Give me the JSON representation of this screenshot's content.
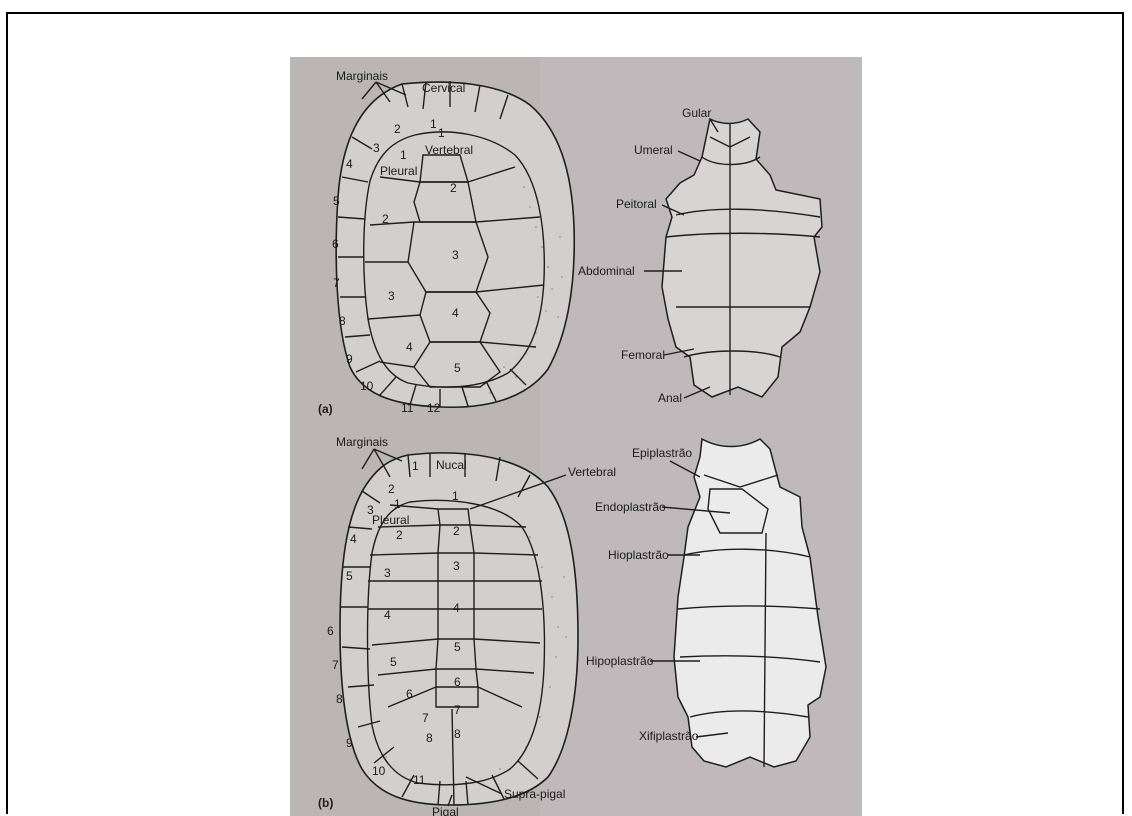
{
  "figure_a": {
    "panel_label": "(a)",
    "carapace_labels": {
      "marginais": "Marginais",
      "cervical": "Cervical",
      "vertebral": "Vertebral",
      "pleural": "Pleural"
    },
    "plastron_labels": {
      "gular": "Gular",
      "umeral": "Umeral",
      "peitoral": "Peitoral",
      "abdominal": "Abdominal",
      "femoral": "Femoral",
      "anal": "Anal"
    },
    "marginal_numbers": [
      "1",
      "2",
      "3",
      "4",
      "5",
      "6",
      "7",
      "8",
      "9",
      "10",
      "11",
      "12"
    ],
    "vertebral_numbers": [
      "1",
      "2",
      "3",
      "4",
      "5"
    ],
    "pleural_numbers": [
      "1",
      "2",
      "3",
      "4"
    ]
  },
  "figure_b": {
    "panel_label": "(b)",
    "carapace_labels": {
      "marginais": "Marginais",
      "nucal": "Nucal",
      "vertebral": "Vertebral",
      "pleural": "Pleural",
      "supra_pigal": "Supra-pigal",
      "pigal": "Pigal"
    },
    "plastron_labels": {
      "epiplastrao": "Epiplastrão",
      "endoplastrao": "Endoplastrão",
      "hioplastrao": "Hioplastrão",
      "hipoplastrao": "Hipoplastrão",
      "xifiplastrao": "Xifiplastrão"
    },
    "marginal_numbers": [
      "1",
      "2",
      "3",
      "4",
      "5",
      "6",
      "7",
      "8",
      "9",
      "10",
      "11"
    ],
    "vertebral_numbers": [
      "1",
      "2",
      "3",
      "4",
      "5",
      "6",
      "7",
      "8"
    ],
    "pleural_numbers": [
      "1",
      "2",
      "3",
      "4",
      "5",
      "6",
      "7",
      "8"
    ]
  },
  "colors": {
    "paper": "#ffffff",
    "photo_bg": "#b9b3b4",
    "ink": "#1e1e1e"
  }
}
